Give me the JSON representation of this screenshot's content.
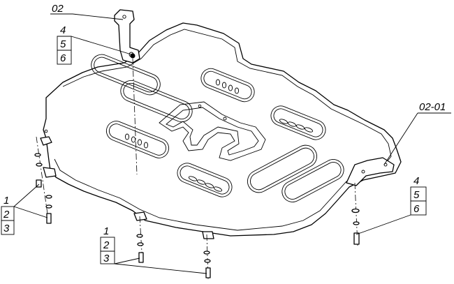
{
  "callouts": {
    "main_bracket": "02",
    "side_bracket": "02-01",
    "fasteners_top": [
      "4",
      "5",
      "6"
    ],
    "fasteners_right": [
      "4",
      "5",
      "6"
    ],
    "fasteners_left": [
      "1",
      "2",
      "3"
    ],
    "fasteners_bottom": [
      "1",
      "2",
      "3"
    ]
  }
}
